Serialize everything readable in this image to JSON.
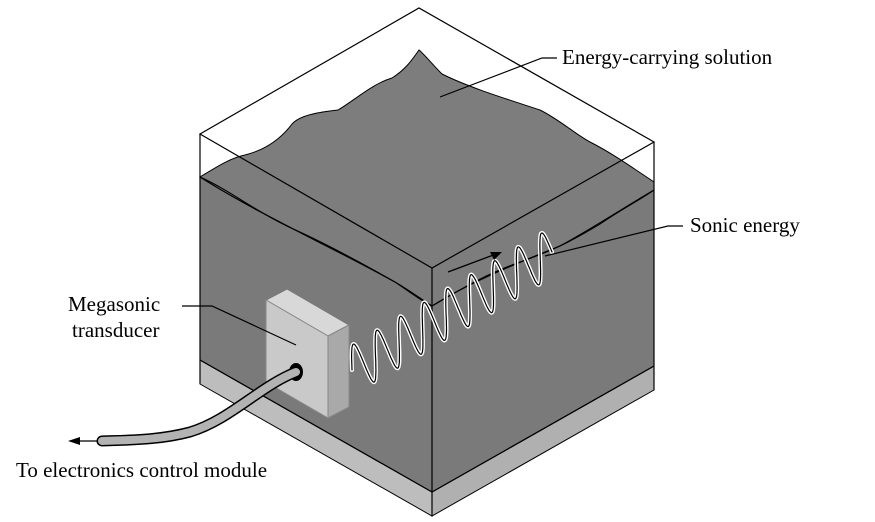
{
  "labels": {
    "solution": "Energy-carrying solution",
    "sonic": "Sonic energy",
    "transducer_line1": "Megasonic",
    "transducer_line2": "transducer",
    "control": "To electronics control module"
  },
  "colors": {
    "liquid_front": "#7a7a7a",
    "liquid_top": "#7d7d7d",
    "base_plate": "#bdbdbd",
    "transducer_front": "#c9c9c9",
    "transducer_side": "#a9a9a9",
    "cable": "#b3b3b3",
    "outline": "#000000"
  }
}
